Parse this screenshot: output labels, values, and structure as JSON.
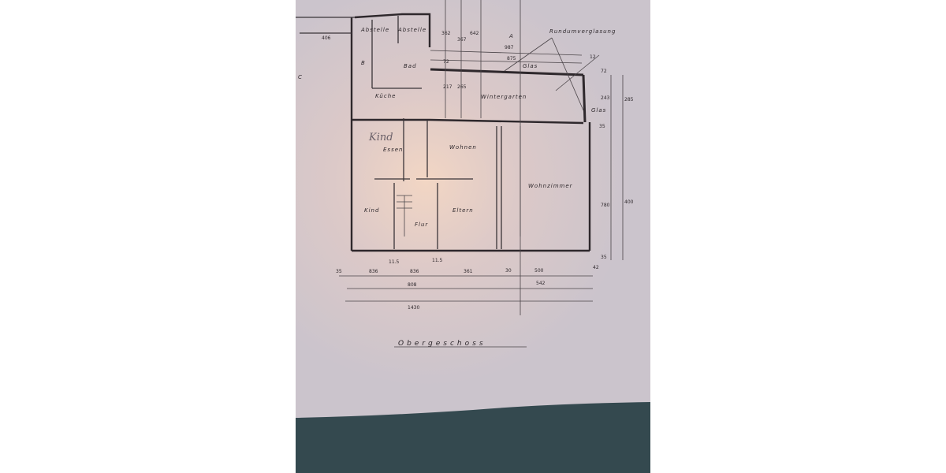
{
  "drawing": {
    "title": "Obergeschoss",
    "rooms": {
      "abstelle_1": "Abstelle",
      "abstelle_2": "Abstelle",
      "bad": "Bad",
      "kueche": "Küche",
      "wintergarten": "Wintergarten",
      "essen": "Essen",
      "essen_handwritten": "Kind",
      "wohnen": "Wohnen",
      "wohnzimmer": "Wohnzimmer",
      "kind": "Kind",
      "eltern": "Eltern",
      "flur": "Flur"
    },
    "annotations": {
      "rundumverglasung": "Rundumverglasung",
      "glas_top": "Glas",
      "glas_right": "Glas",
      "section_marker": "A",
      "axis_b": "B",
      "axis_c": "C"
    },
    "dimensions": {
      "bottom_row": [
        "35",
        "836",
        "11.5",
        "836",
        "11.5",
        "361",
        "30",
        "500",
        "42"
      ],
      "bottom_sub": [
        "808",
        "542"
      ],
      "bottom_total": "1430",
      "wintergarten_width": [
        "987",
        "875",
        "12"
      ],
      "right_col": [
        "72",
        "243",
        "285",
        "35",
        "780",
        "400",
        "35"
      ],
      "top_col": [
        "362",
        "367",
        "642",
        "72",
        "217",
        "265"
      ],
      "left_top": "406"
    }
  }
}
